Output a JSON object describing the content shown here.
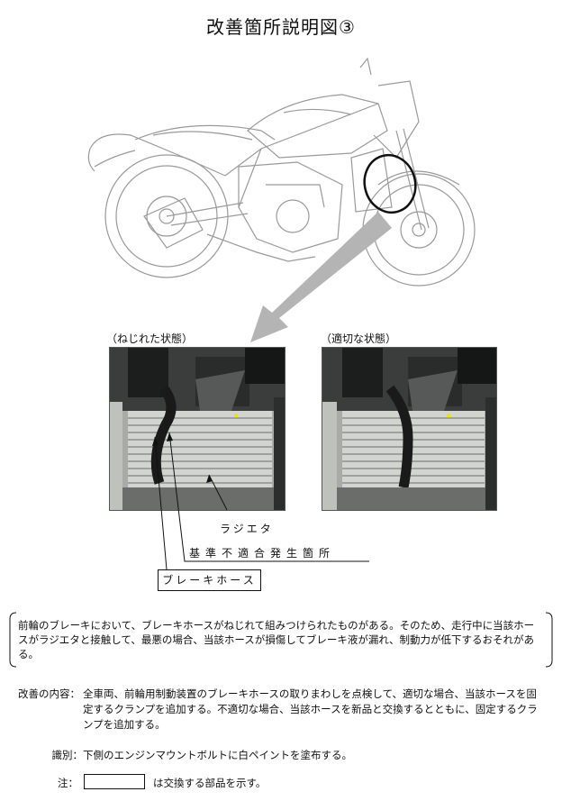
{
  "page": {
    "title": "改善箇所説明図③"
  },
  "photos": {
    "left_caption": "（ねじれた状態）",
    "right_caption": "（適切な状態）"
  },
  "callouts": {
    "radiator": "ラジエタ",
    "defect": "基準不適合発生箇所",
    "brake_hose": "ブレーキホース"
  },
  "description": {
    "text": "前輪のブレーキにおいて、ブレーキホースがねじれて組みつけられたものがある。そのため、走行中に当該ホースがラジエタと接触して、最悪の場合、当該ホースが損傷してブレーキ液が漏れ、制動力が低下するおそれがある。"
  },
  "improvement": {
    "label": "改善の内容：",
    "text": "全車両、前輪用制動装置のブレーキホースの取りまわしを点検して、適切な場合、当該ホースを固定するクランプを追加する。不適切な場合、当該ホースを新品と交換するとともに、固定するクランプを追加する。"
  },
  "identification": {
    "label": "識別：",
    "text": "下側のエンジンマウントボルトに白ペイントを塗布する。"
  },
  "note": {
    "label": "注：",
    "text": "は交換する部品を示す。"
  }
}
